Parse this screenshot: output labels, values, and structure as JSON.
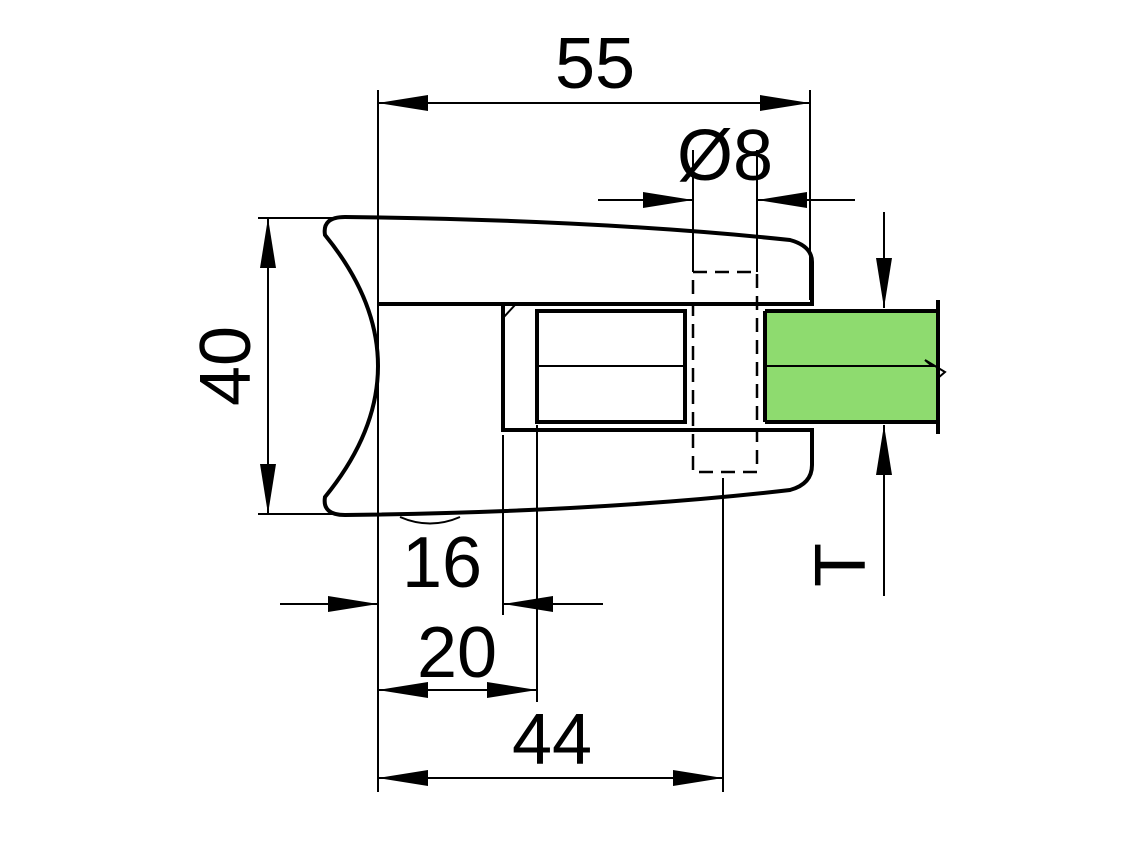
{
  "title": "Glass clamp dimension drawing",
  "dimensions": {
    "width": "55",
    "bolt_diameter": "Ø8",
    "height": "40",
    "thickness": "T",
    "d16": "16",
    "d20": "20",
    "d44": "44"
  },
  "colors": {
    "glass": "#8EDB6F",
    "line": "#000000"
  }
}
